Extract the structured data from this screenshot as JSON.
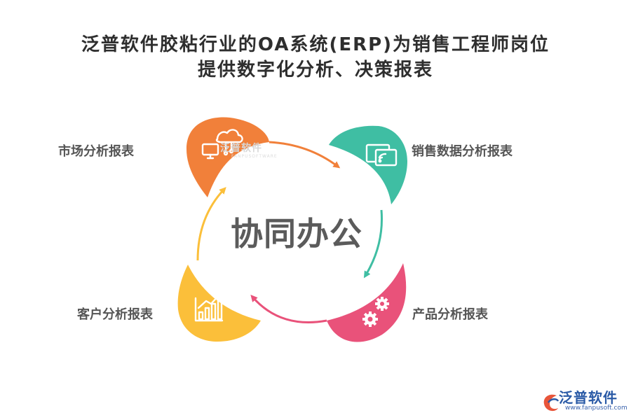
{
  "title": {
    "line1": "泛普软件胶粘行业的OA系统(ERP)为销售工程师岗位",
    "line2": "提供数字化分析、决策报表"
  },
  "center": "协同办公",
  "nodes": [
    {
      "label": "市场分析报表",
      "icon": "cloud-computer-icon",
      "color": "#f1803a"
    },
    {
      "label": "销售数据分析报表",
      "icon": "screen-signal-icon",
      "color": "#3fbea3"
    },
    {
      "label": "产品分析报表",
      "icon": "gears-icon",
      "color": "#e9527a"
    },
    {
      "label": "客户分析报表",
      "icon": "bar-chart-icon",
      "color": "#fbbf3a"
    }
  ],
  "watermark": {
    "text": "泛普软件",
    "sub": "FANPUSOFTWARE"
  },
  "logo": {
    "name": "泛普软件",
    "url": "www.fanpusoft.com",
    "color": "#2a5aa6"
  }
}
